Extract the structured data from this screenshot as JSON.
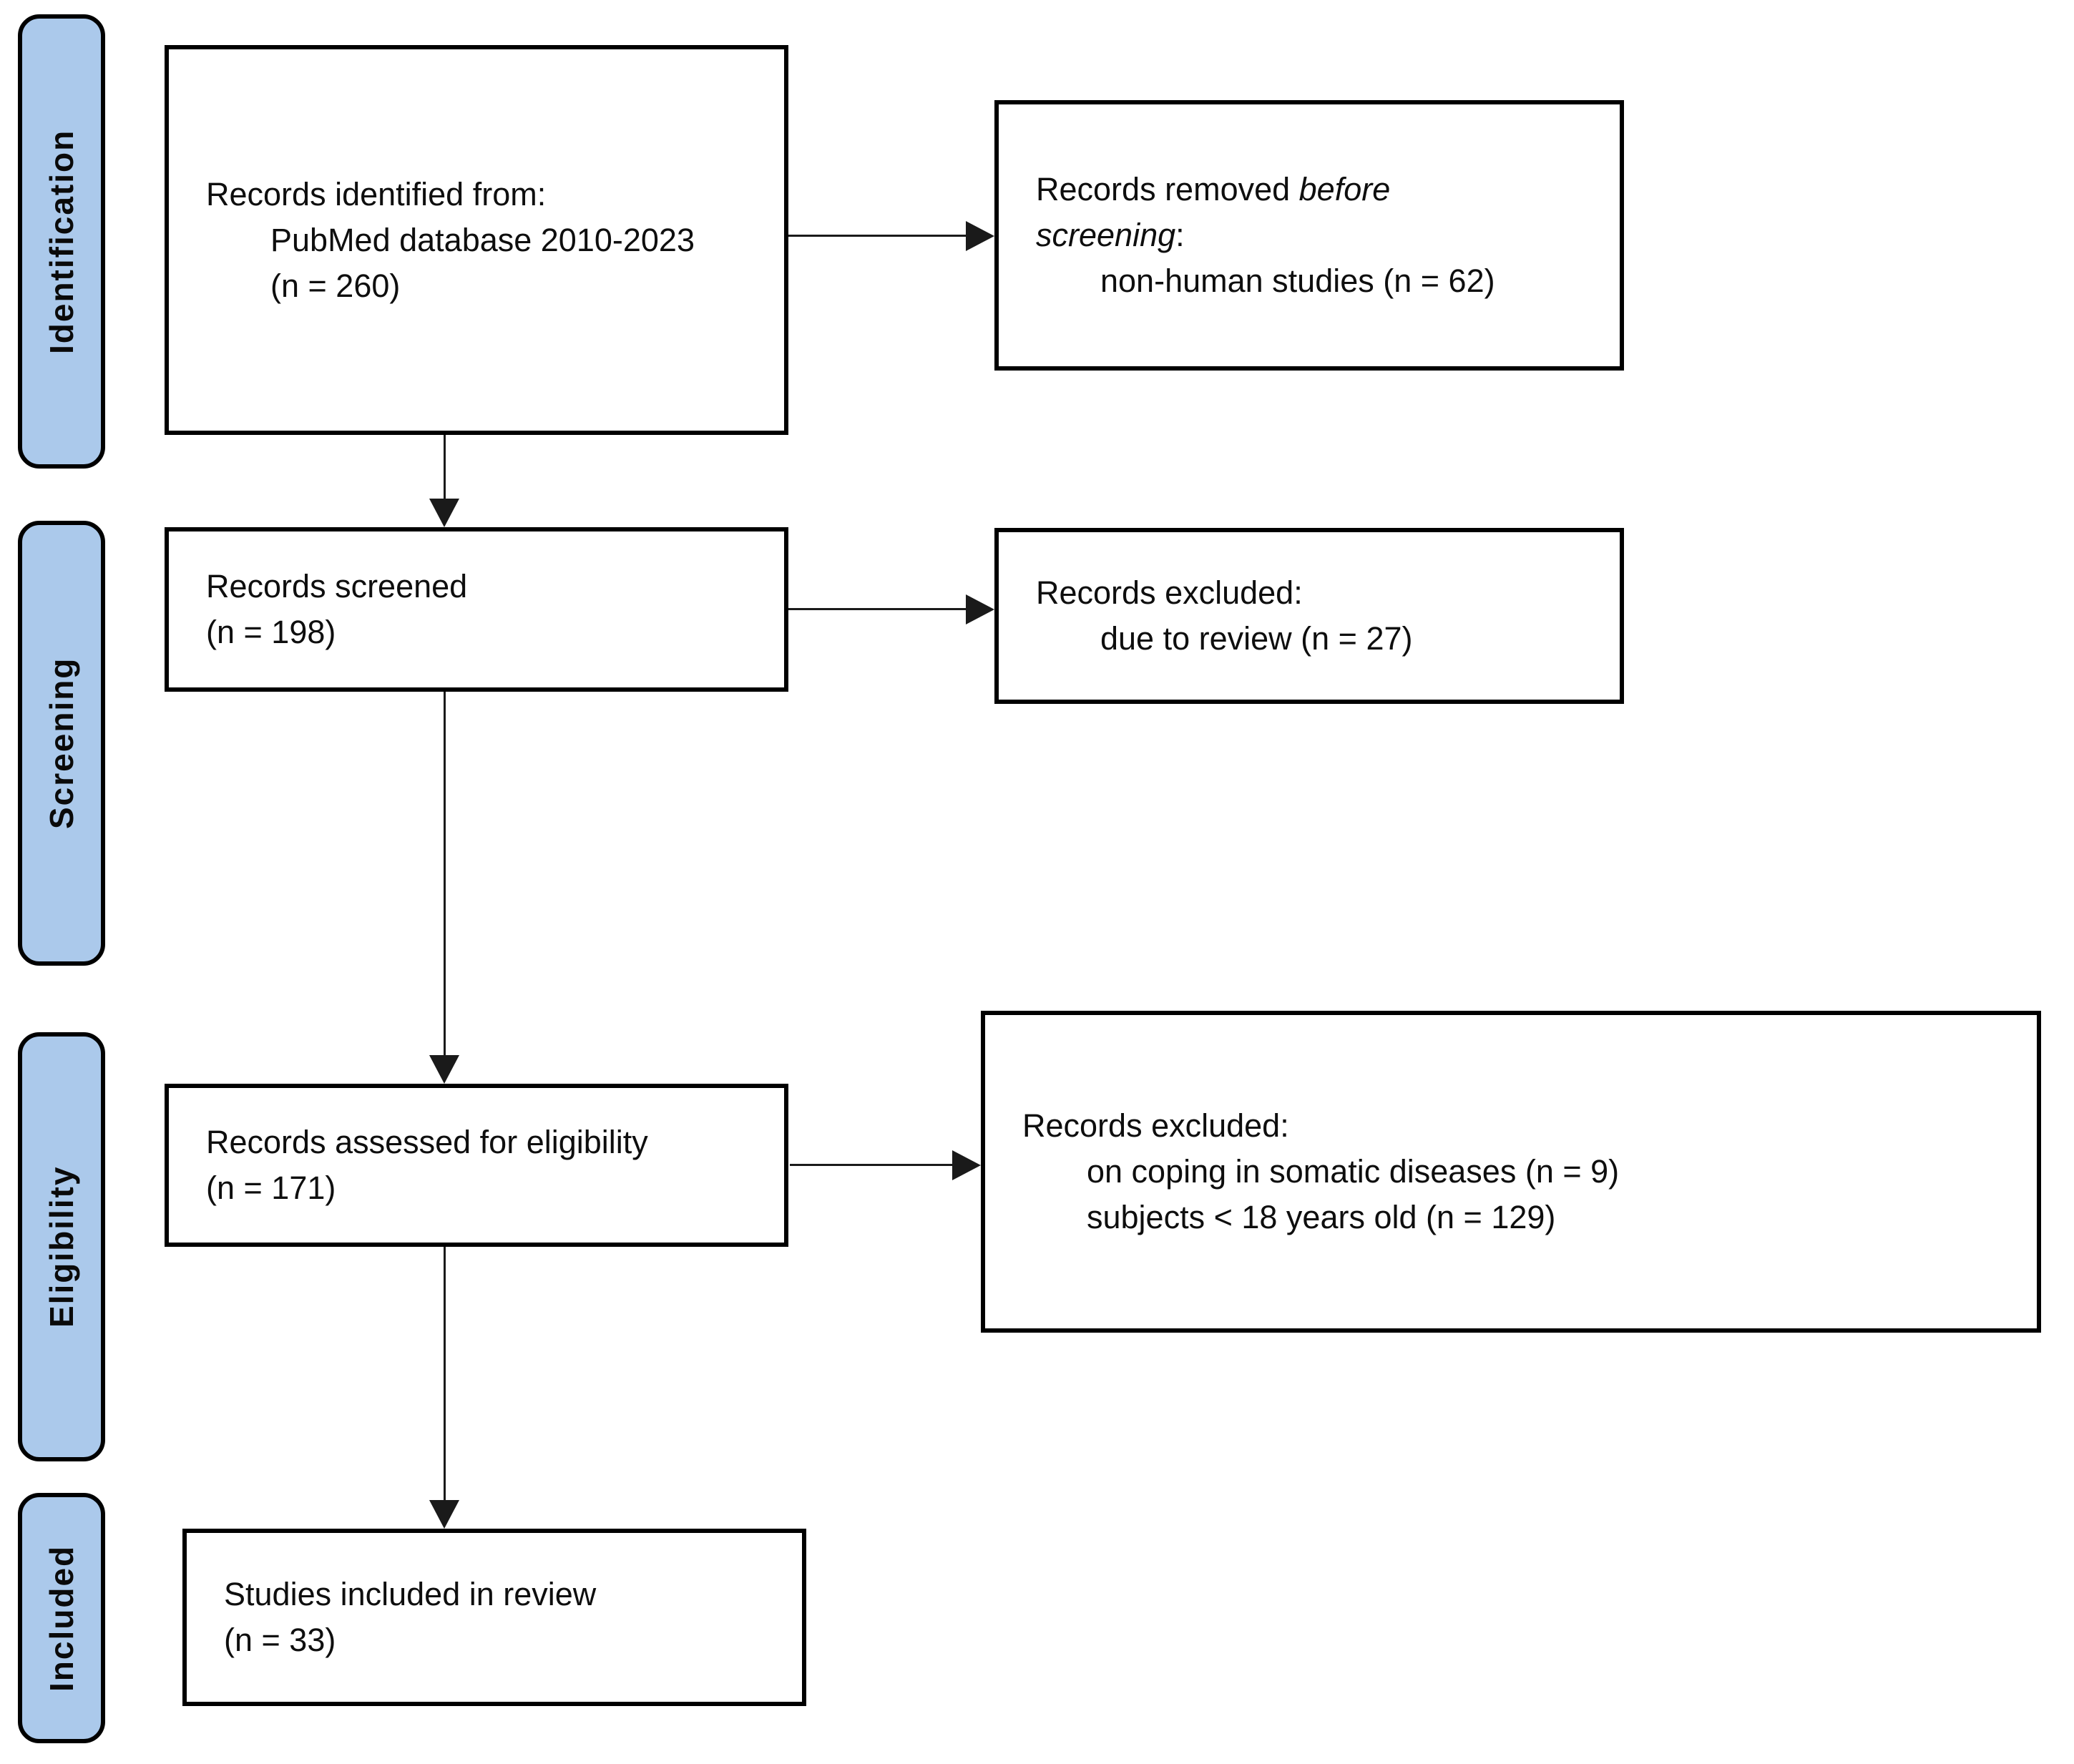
{
  "diagram_type": "PRISMA flow diagram",
  "sidebar": {
    "items": [
      {
        "label": "Identification"
      },
      {
        "label": "Screening"
      },
      {
        "label": "Eligibility"
      },
      {
        "label": "Included"
      }
    ]
  },
  "boxes": {
    "identified": {
      "lines": [
        {
          "parts": [
            {
              "t": "Records identified from:"
            }
          ]
        },
        {
          "indent": true,
          "parts": [
            {
              "t": "PubMed database 2010-2023"
            }
          ]
        },
        {
          "indent": true,
          "parts": [
            {
              "t": "(n = 260)"
            }
          ]
        }
      ]
    },
    "removed_before_screening": {
      "lines": [
        {
          "parts": [
            {
              "t": "Records removed "
            },
            {
              "t": "before",
              "i": true
            }
          ]
        },
        {
          "parts": [
            {
              "t": "screening",
              "i": true
            },
            {
              "t": ":"
            }
          ]
        },
        {
          "indent": true,
          "parts": [
            {
              "t": "non-human studies (n = 62)"
            }
          ]
        }
      ]
    },
    "screened": {
      "lines": [
        {
          "parts": [
            {
              "t": "Records screened"
            }
          ]
        },
        {
          "parts": [
            {
              "t": "(n = 198)"
            }
          ]
        }
      ]
    },
    "excluded_review": {
      "lines": [
        {
          "parts": [
            {
              "t": "Records excluded:"
            }
          ]
        },
        {
          "indent": true,
          "parts": [
            {
              "t": "due to review (n = 27)"
            }
          ]
        }
      ]
    },
    "assessed": {
      "lines": [
        {
          "parts": [
            {
              "t": "Records assessed for eligibility"
            }
          ]
        },
        {
          "parts": [
            {
              "t": "(n = 171)"
            }
          ]
        }
      ]
    },
    "excluded_eligibility": {
      "lines": [
        {
          "parts": [
            {
              "t": "Records excluded:"
            }
          ]
        },
        {
          "indent": true,
          "parts": [
            {
              "t": "on coping in somatic diseases (n = 9)"
            }
          ]
        },
        {
          "indent": true,
          "parts": [
            {
              "t": "subjects < 18 years old (n = 129)"
            }
          ]
        }
      ]
    },
    "included": {
      "lines": [
        {
          "parts": [
            {
              "t": "Studies included in review"
            }
          ]
        },
        {
          "parts": [
            {
              "t": "(n = 33)"
            }
          ]
        }
      ]
    }
  },
  "counts": {
    "identified": 260,
    "removed_before_screening_non_human": 62,
    "screened": 198,
    "excluded_due_to_review": 27,
    "assessed_for_eligibility": 171,
    "excluded_coping_somatic_diseases": 9,
    "excluded_under_18_years": 129,
    "included_in_review": 33
  },
  "colors": {
    "stage_fill": "#ABC9EB",
    "stage_border": "#000000",
    "box_border": "#000000",
    "box_fill": "#ffffff",
    "line": "#1a1a1a",
    "background": "#ffffff"
  }
}
